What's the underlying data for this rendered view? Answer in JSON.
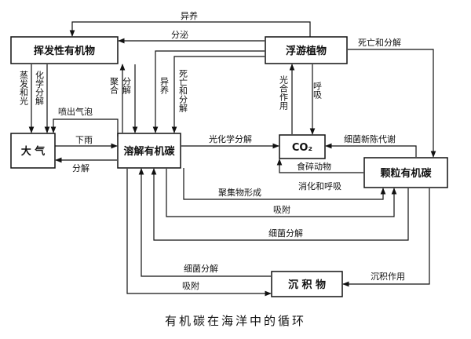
{
  "nodes": {
    "volatile": "挥发性有机物",
    "plankton": "浮游植物",
    "atmosphere": "大 气",
    "doc": "溶解有机碳",
    "co2": "CO₂",
    "poc": "颗粒有机碳",
    "sediment": "沉 积 物"
  },
  "edges": {
    "heterotrophy_top": "异养",
    "secretion": "分泌",
    "death_decomp_right": "死亡和分解",
    "evaporation_light": "蒸发和光",
    "photochem_decomp_vert": "化学分解",
    "polymerization": "聚合",
    "decomposition_mid": "分解",
    "heterotrophy_mid": "异养",
    "death_decomp_mid": "死亡和分解",
    "photosynthesis": "光合作用",
    "respiration": "呼吸",
    "bubble": "喷出气泡",
    "rain": "下雨",
    "decomposition_atm": "分解",
    "photochem_decomp": "光化学分解",
    "bacterial_metabolism": "细菌新陈代谢",
    "detritivores": "食碎动物",
    "digestion_respiration": "消化和呼吸",
    "aggregation": "聚集物形成",
    "adsorption": "吸附",
    "bacterial_decomp": "细菌分解",
    "bacterial_decomp_sed": "细菌分解",
    "adsorption_sed": "吸附",
    "sedimentation": "沉积作用"
  },
  "caption": "有机碳在海洋中的循环"
}
